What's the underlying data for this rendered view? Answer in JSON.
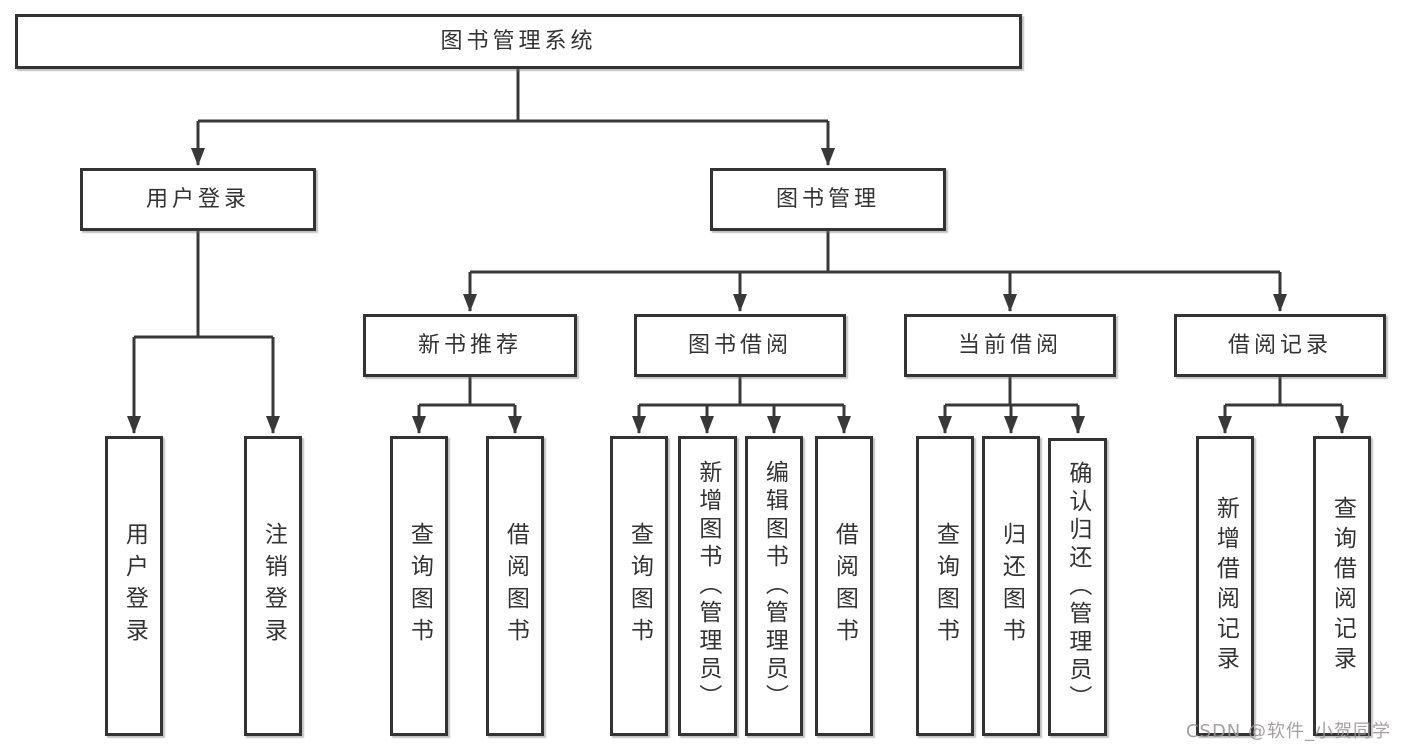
{
  "meta": {
    "type": "hierarchy-diagram",
    "description": "Functional structure diagram of a library management system"
  },
  "colors": {
    "background": "#ffffff",
    "box_border": "#333333",
    "line": "#383838",
    "text": "#333333",
    "watermark": "#9a9696"
  },
  "tree": {
    "label": "图书管理系统",
    "children": [
      {
        "label": "用户登录",
        "children": [
          {
            "label": "用户登录"
          },
          {
            "label": "注销登录"
          }
        ]
      },
      {
        "label": "图书管理",
        "children": [
          {
            "label": "新书推荐",
            "children": [
              {
                "label": "查询图书"
              },
              {
                "label": "借阅图书"
              }
            ]
          },
          {
            "label": "图书借阅",
            "children": [
              {
                "label": "查询图书"
              },
              {
                "label": "新增图书（管理员）"
              },
              {
                "label": "编辑图书（管理员）"
              },
              {
                "label": "借阅图书"
              }
            ]
          },
          {
            "label": "当前借阅",
            "children": [
              {
                "label": "查询图书"
              },
              {
                "label": "归还图书"
              },
              {
                "label": "确认归还（管理员）"
              }
            ]
          },
          {
            "label": "借阅记录",
            "children": [
              {
                "label": "新增借阅记录"
              },
              {
                "label": "查询借阅记录"
              }
            ]
          }
        ]
      }
    ]
  },
  "watermark": {
    "text": "CSDN @软件_小贺同学"
  }
}
